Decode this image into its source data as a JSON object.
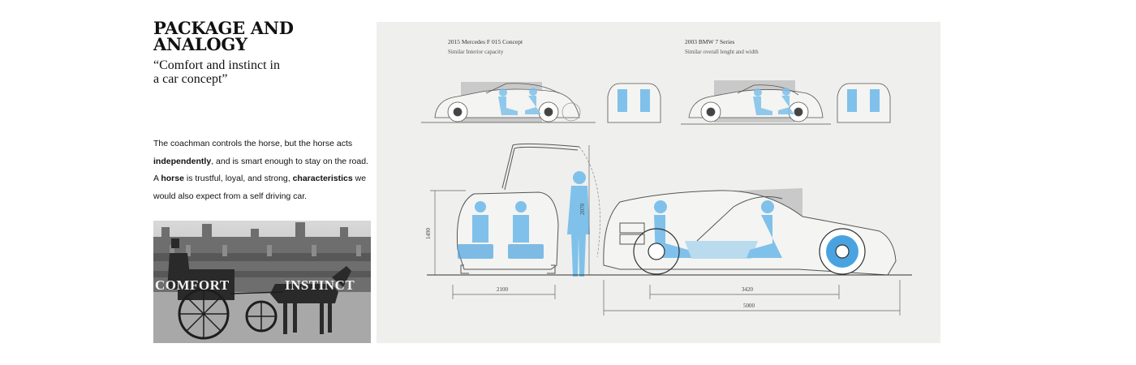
{
  "heading": {
    "title": "PACKAGE AND\nANALOGY",
    "subtitle": "“Comfort and instinct in\na car concept”"
  },
  "intro": {
    "line1": "The coachman controls the horse, but the horse acts",
    "bold_independently": "independently",
    "line2_rest": ", and is smart enough to stay on the road.",
    "a": "A ",
    "bold_horse": "horse",
    "mid": " is trustful, loyal, and strong, ",
    "bold_characteristics": "characteristics",
    "we": " we",
    "line4": "would also expect from a self driving car."
  },
  "photo": {
    "label_left": "COMFORT",
    "label_right": "INSTINCT"
  },
  "diagram": {
    "ref1_title": "2015 Mercedes F 015 Concept",
    "ref1_subtitle": "Similar Interior capacity",
    "ref2_title": "2003 BMW 7 Series",
    "ref2_subtitle": "Similar overall lenght and width",
    "dim_height": "1490",
    "dim_person": "2070",
    "dim_width": "2100",
    "dim_wheelbase": "3420",
    "dim_length": "5000"
  },
  "colors": {
    "seat_blue": "#7fc1ea",
    "seat_blue_dark": "#4aa3e0",
    "panel_bg": "#efefed",
    "line": "#555555"
  }
}
